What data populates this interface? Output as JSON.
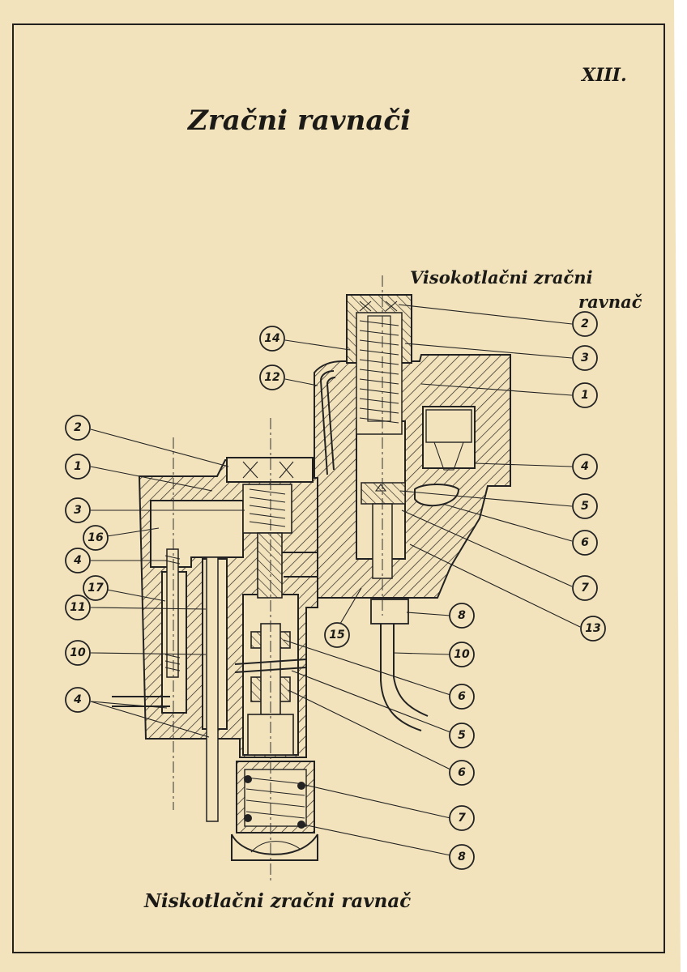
{
  "sheet": {
    "page_number": "XIII.",
    "title": "Zračni ravnači"
  },
  "high_pressure": {
    "caption_line1": "Visokotlačni zračni",
    "caption_line2": "ravnač",
    "callouts": [
      "2",
      "3",
      "1",
      "4",
      "5",
      "6",
      "7",
      "13",
      "8",
      "10"
    ],
    "left_callouts": [
      "14",
      "12",
      "15"
    ]
  },
  "low_pressure": {
    "caption": "Niskotlačni zračni ravnač",
    "left_callouts": [
      "2",
      "1",
      "3",
      "16",
      "4",
      "17",
      "11",
      "10",
      "4"
    ],
    "right_callouts": [
      "6",
      "5",
      "6",
      "7",
      "8"
    ]
  },
  "colors": {
    "paper": "#f2e3bc",
    "ink": "#1b1a17",
    "frame": "#232120"
  }
}
